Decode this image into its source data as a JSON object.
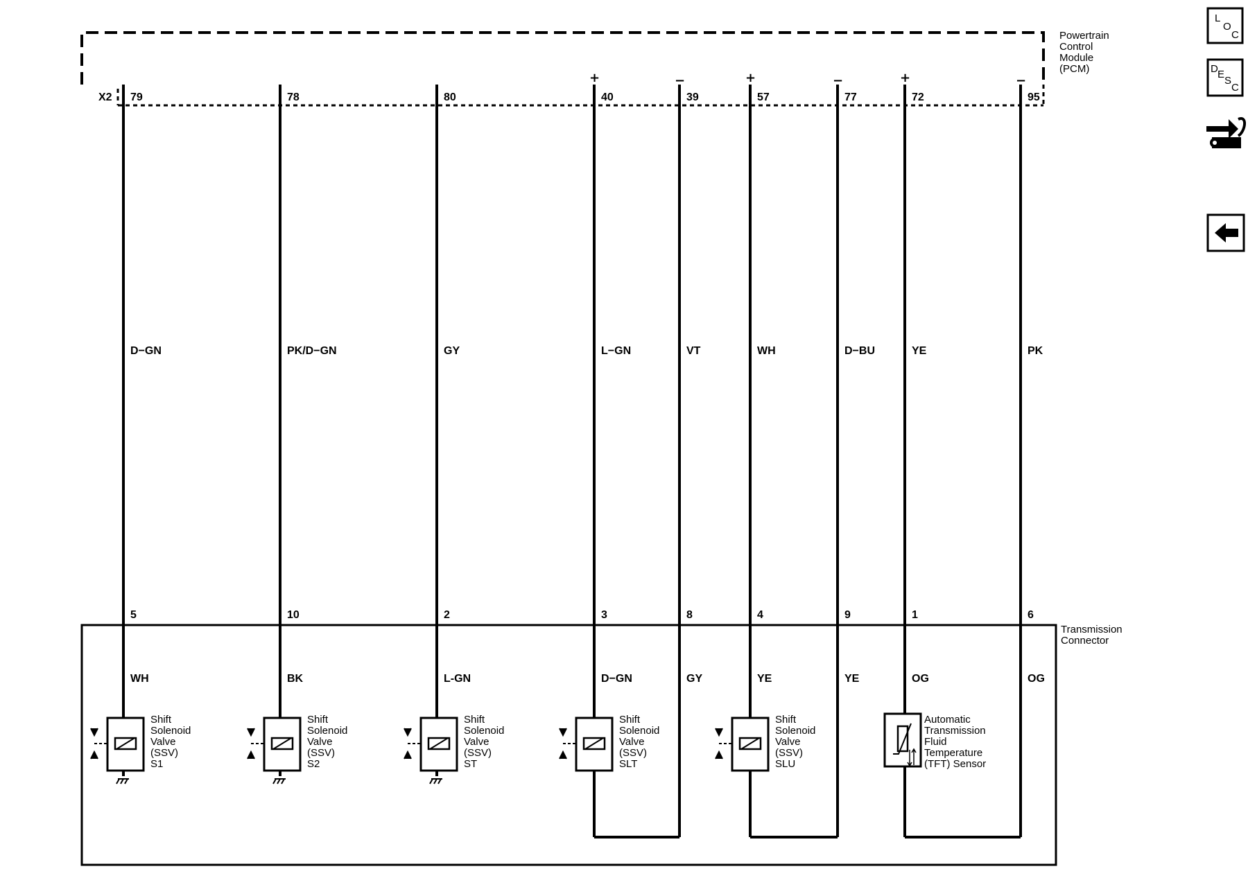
{
  "pcm": {
    "label_lines": [
      "Powertrain",
      "Control",
      "Module",
      "(PCM)"
    ],
    "connector": "X2"
  },
  "transmission_connector": {
    "label_lines": [
      "Transmission",
      "Connector"
    ]
  },
  "circuits": [
    {
      "pcm_pin": "79",
      "pcm_wire": "D−GN",
      "conn_pin": "5",
      "conn_wire": "WH",
      "polarity": ""
    },
    {
      "pcm_pin": "78",
      "pcm_wire": "PK/D−GN",
      "conn_pin": "10",
      "conn_wire": "BK",
      "polarity": ""
    },
    {
      "pcm_pin": "80",
      "pcm_wire": "GY",
      "conn_pin": "2",
      "conn_wire": "L-GN",
      "polarity": ""
    },
    {
      "pcm_pin": "40",
      "pcm_wire": "L−GN",
      "conn_pin": "3",
      "conn_wire": "D−GN",
      "polarity": "+"
    },
    {
      "pcm_pin": "39",
      "pcm_wire": "VT",
      "conn_pin": "8",
      "conn_wire": "GY",
      "polarity": "−"
    },
    {
      "pcm_pin": "57",
      "pcm_wire": "WH",
      "conn_pin": "4",
      "conn_wire": "YE",
      "polarity": "+"
    },
    {
      "pcm_pin": "77",
      "pcm_wire": "D−BU",
      "conn_pin": "9",
      "conn_wire": "YE",
      "polarity": "−"
    },
    {
      "pcm_pin": "72",
      "pcm_wire": "YE",
      "conn_pin": "1",
      "conn_wire": "OG",
      "polarity": "+"
    },
    {
      "pcm_pin": "95",
      "pcm_wire": "PK",
      "conn_pin": "6",
      "conn_wire": "OG",
      "polarity": "−"
    }
  ],
  "components": [
    {
      "lines": [
        "Shift",
        "Solenoid",
        "Valve",
        "(SSV)",
        "S1"
      ]
    },
    {
      "lines": [
        "Shift",
        "Solenoid",
        "Valve",
        "(SSV)",
        "S2"
      ]
    },
    {
      "lines": [
        "Shift",
        "Solenoid",
        "Valve",
        "(SSV)",
        "ST"
      ]
    },
    {
      "lines": [
        "Shift",
        "Solenoid",
        "Valve",
        "(SSV)",
        "SLT"
      ]
    },
    {
      "lines": [
        "Shift",
        "Solenoid",
        "Valve",
        "(SSV)",
        "SLU"
      ]
    },
    {
      "lines": [
        "Automatic",
        "Transmission",
        "Fluid",
        "Temperature",
        "(TFT) Sensor"
      ]
    }
  ],
  "nav": [
    {
      "name": "loc-button",
      "text": [
        "L",
        "O",
        "C"
      ]
    },
    {
      "name": "desc-button",
      "text": [
        "D",
        "E",
        "S",
        "C"
      ]
    },
    {
      "name": "connector-repair-icon",
      "text": []
    },
    {
      "name": "back-button",
      "text": []
    }
  ]
}
